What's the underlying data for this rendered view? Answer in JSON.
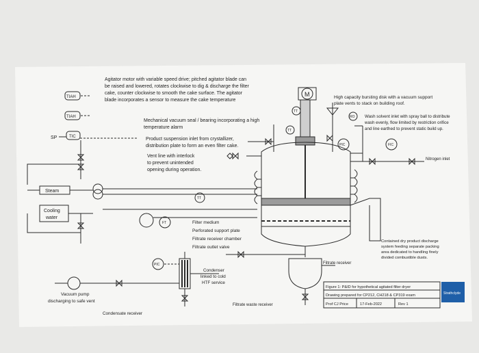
{
  "annotations": {
    "agitator": [
      "Agitator motor with variable speed drive; pitched agitator blade can",
      "be raised and lowered, rotates clockwise to dig & discharge the filter",
      "cake, counter clockwise to smooth the cake surface. The agitator",
      "blade incorporates a sensor to measure the cake temperature"
    ],
    "seal": [
      "Mechanical vacuum seal / bearing incorporating a high",
      "temperature alarm"
    ],
    "suspension": [
      "Product suspension inlet from crystallizer,",
      "distribution plate to form an even filter cake."
    ],
    "interlock": [
      "Vent line with interlock",
      "to prevent unintended",
      "opening during operation."
    ],
    "bursting": [
      "High capacity bursting disk with a vacuum support",
      "plate vents to stack on building roof."
    ],
    "wash": [
      "Wash solvent inlet with spray ball to distribute",
      "wash evenly, flow limited by restriction orifice",
      "and line earthed to prevent static build up."
    ],
    "nitrogen": "Nitrogen inlet",
    "internals": [
      "Filter medium",
      "Perforated support plate",
      "Filtrate receiver chamber",
      "Filtrate outlet valve"
    ],
    "discharge": [
      "Contained dry product discharge",
      "system feeding separate packing",
      "area dedicated to handling finely",
      "divided combustible dusts."
    ],
    "filtrate_receiver": "Filtrate receiver",
    "condenser": [
      "Condenser",
      "linked to cold",
      "HTF service"
    ],
    "vacuum_pump": [
      "Vacuum pump",
      "discharging to safe vent"
    ],
    "condensate_receiver": "Condensate receiver",
    "filtrate_waste": "Filtrate waste receiver",
    "steam": "Steam",
    "cooling": [
      "Cooling",
      "water"
    ],
    "sp": "SP"
  },
  "tags": {
    "tiah1": "TIAH",
    "tiah2": "TIAH",
    "tic": "TIC",
    "tt1": "TT",
    "tt2": "TT",
    "tt3": "TT",
    "ro": "RO",
    "pic1": "PIC",
    "fic": "FIC",
    "ft": "FT",
    "pic2": "PIC",
    "motor": "M"
  },
  "title_block": {
    "figure": "Figure 1: P&ID for hypothetical agitated filter dryer",
    "prepared": "Drawing prepared for CP212, CH218 & CP319 exam",
    "author": "Prof CJ Price",
    "date": "17-Feb-2022",
    "rev": "Rev 1",
    "logo": "Strathclyde"
  },
  "colors": {
    "line": "#2a2a2a",
    "paper": "#f6f6f4",
    "shade": "#e9e9e7",
    "logo": "#1f5fa8"
  }
}
